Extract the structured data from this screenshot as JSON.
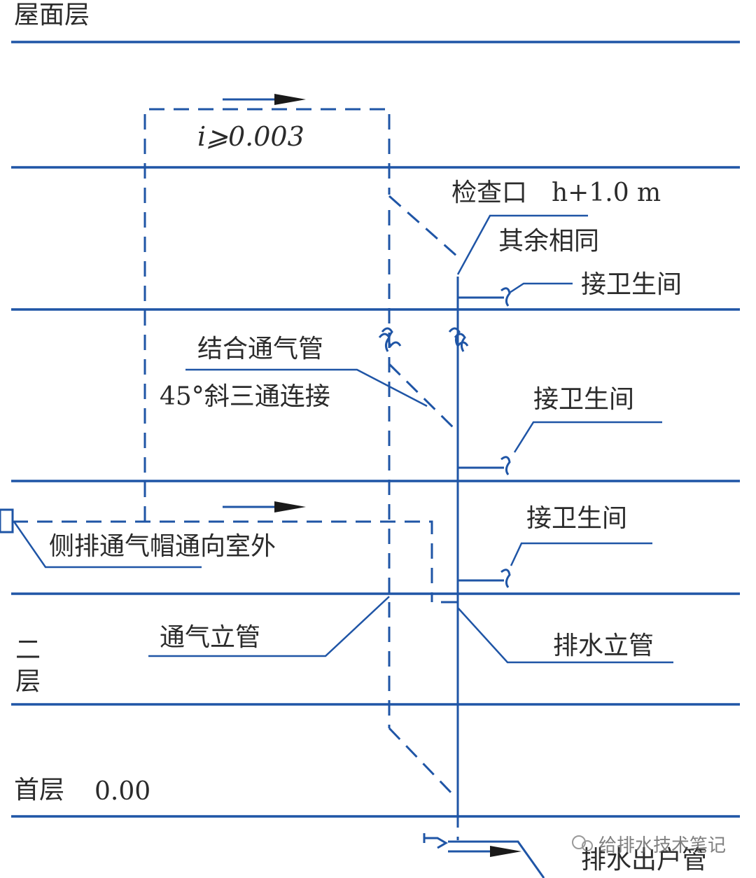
{
  "colors": {
    "pipe": "#1f55a6",
    "text": "#2b2b2b",
    "arrow": "#1a1a1a"
  },
  "floors": {
    "roof": "屋面层",
    "second": "二\n层",
    "ground": "首层",
    "ground_elevation": "0.00"
  },
  "labels": {
    "slope": "i⩾0.003",
    "cleanout_a": "检查口",
    "cleanout_b": "h+1.0 m",
    "rest_same": "其余相同",
    "to_bathroom": "接卫生间",
    "combined_vent": "结合通气管",
    "wye_45": "45°斜三通连接",
    "side_vent_cap": "侧排通气帽通向室外",
    "vent_stack": "通气立管",
    "drain_stack": "排水立管",
    "outlet_pipe": "排水出户管"
  },
  "watermark": "给排水技术笔记"
}
